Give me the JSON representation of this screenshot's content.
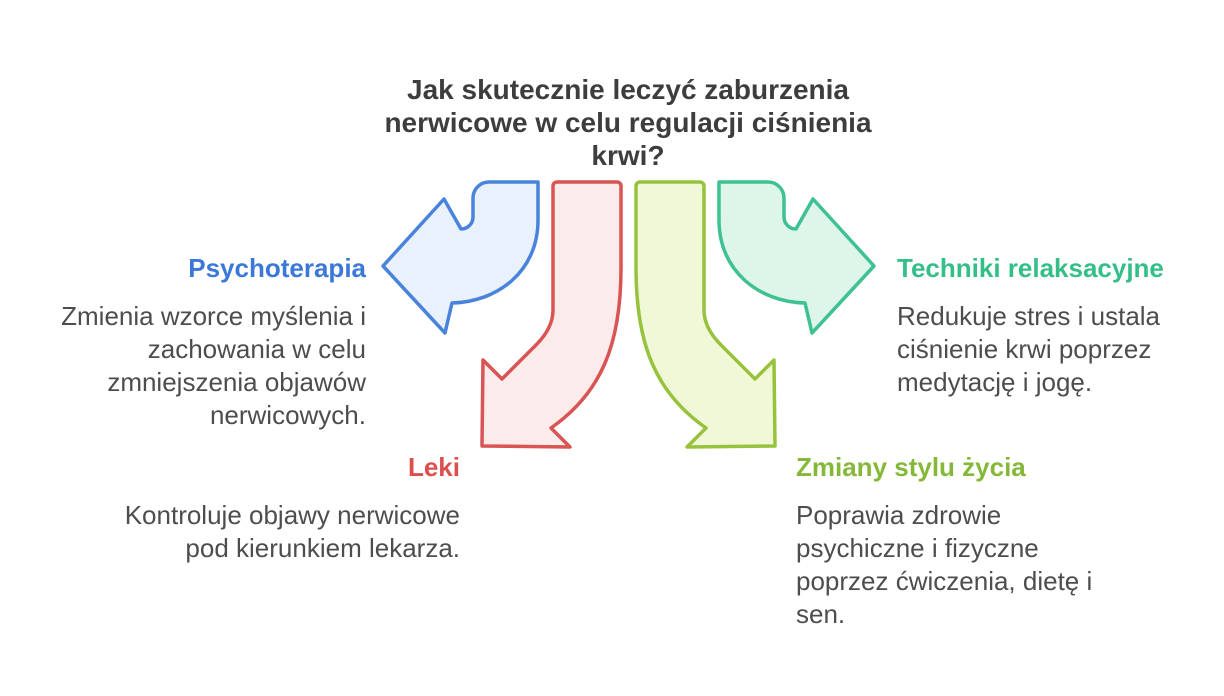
{
  "title": {
    "lines": [
      "Jak skutecznie leczyć zaburzenia",
      "nerwicowe w celu regulacji ciśnienia",
      "krwi?"
    ],
    "color": "#3d3d3d"
  },
  "body_text_color": "#4d4d4d",
  "background_color": "#ffffff",
  "sections": {
    "psychoterapia": {
      "heading": "Psychoterapia",
      "heading_color": "#3c78d8",
      "lines": [
        "Zmienia wzorce myślenia i",
        "zachowania w celu",
        "zmniejszenia objawów",
        "nerwicowych."
      ],
      "arrow": {
        "direction": "left",
        "fill": "#e9f1fc",
        "stroke": "#4a83db"
      }
    },
    "leki": {
      "heading": "Leki",
      "heading_color": "#dd4f4f",
      "lines": [
        "Kontroluje objawy nerwicowe",
        "pod kierunkiem lekarza."
      ],
      "arrow": {
        "direction": "down-left",
        "fill": "#fcebeb",
        "stroke": "#d95454"
      }
    },
    "zmiany": {
      "heading": "Zmiany stylu życia",
      "heading_color": "#85b838",
      "lines": [
        "Poprawia zdrowie",
        "psychiczne i fizyczne",
        "poprzez ćwiczenia, dietę i",
        "sen."
      ],
      "arrow": {
        "direction": "down-right",
        "fill": "#f0f8d8",
        "stroke": "#97c23c"
      }
    },
    "techniki": {
      "heading": "Techniki relaksacyjne",
      "heading_color": "#34bf88",
      "lines": [
        "Redukuje stres i ustala",
        "ciśnienie krwi poprzez",
        "medytację i jogę."
      ],
      "arrow": {
        "direction": "right",
        "fill": "#def5ea",
        "stroke": "#3ec291"
      }
    }
  }
}
